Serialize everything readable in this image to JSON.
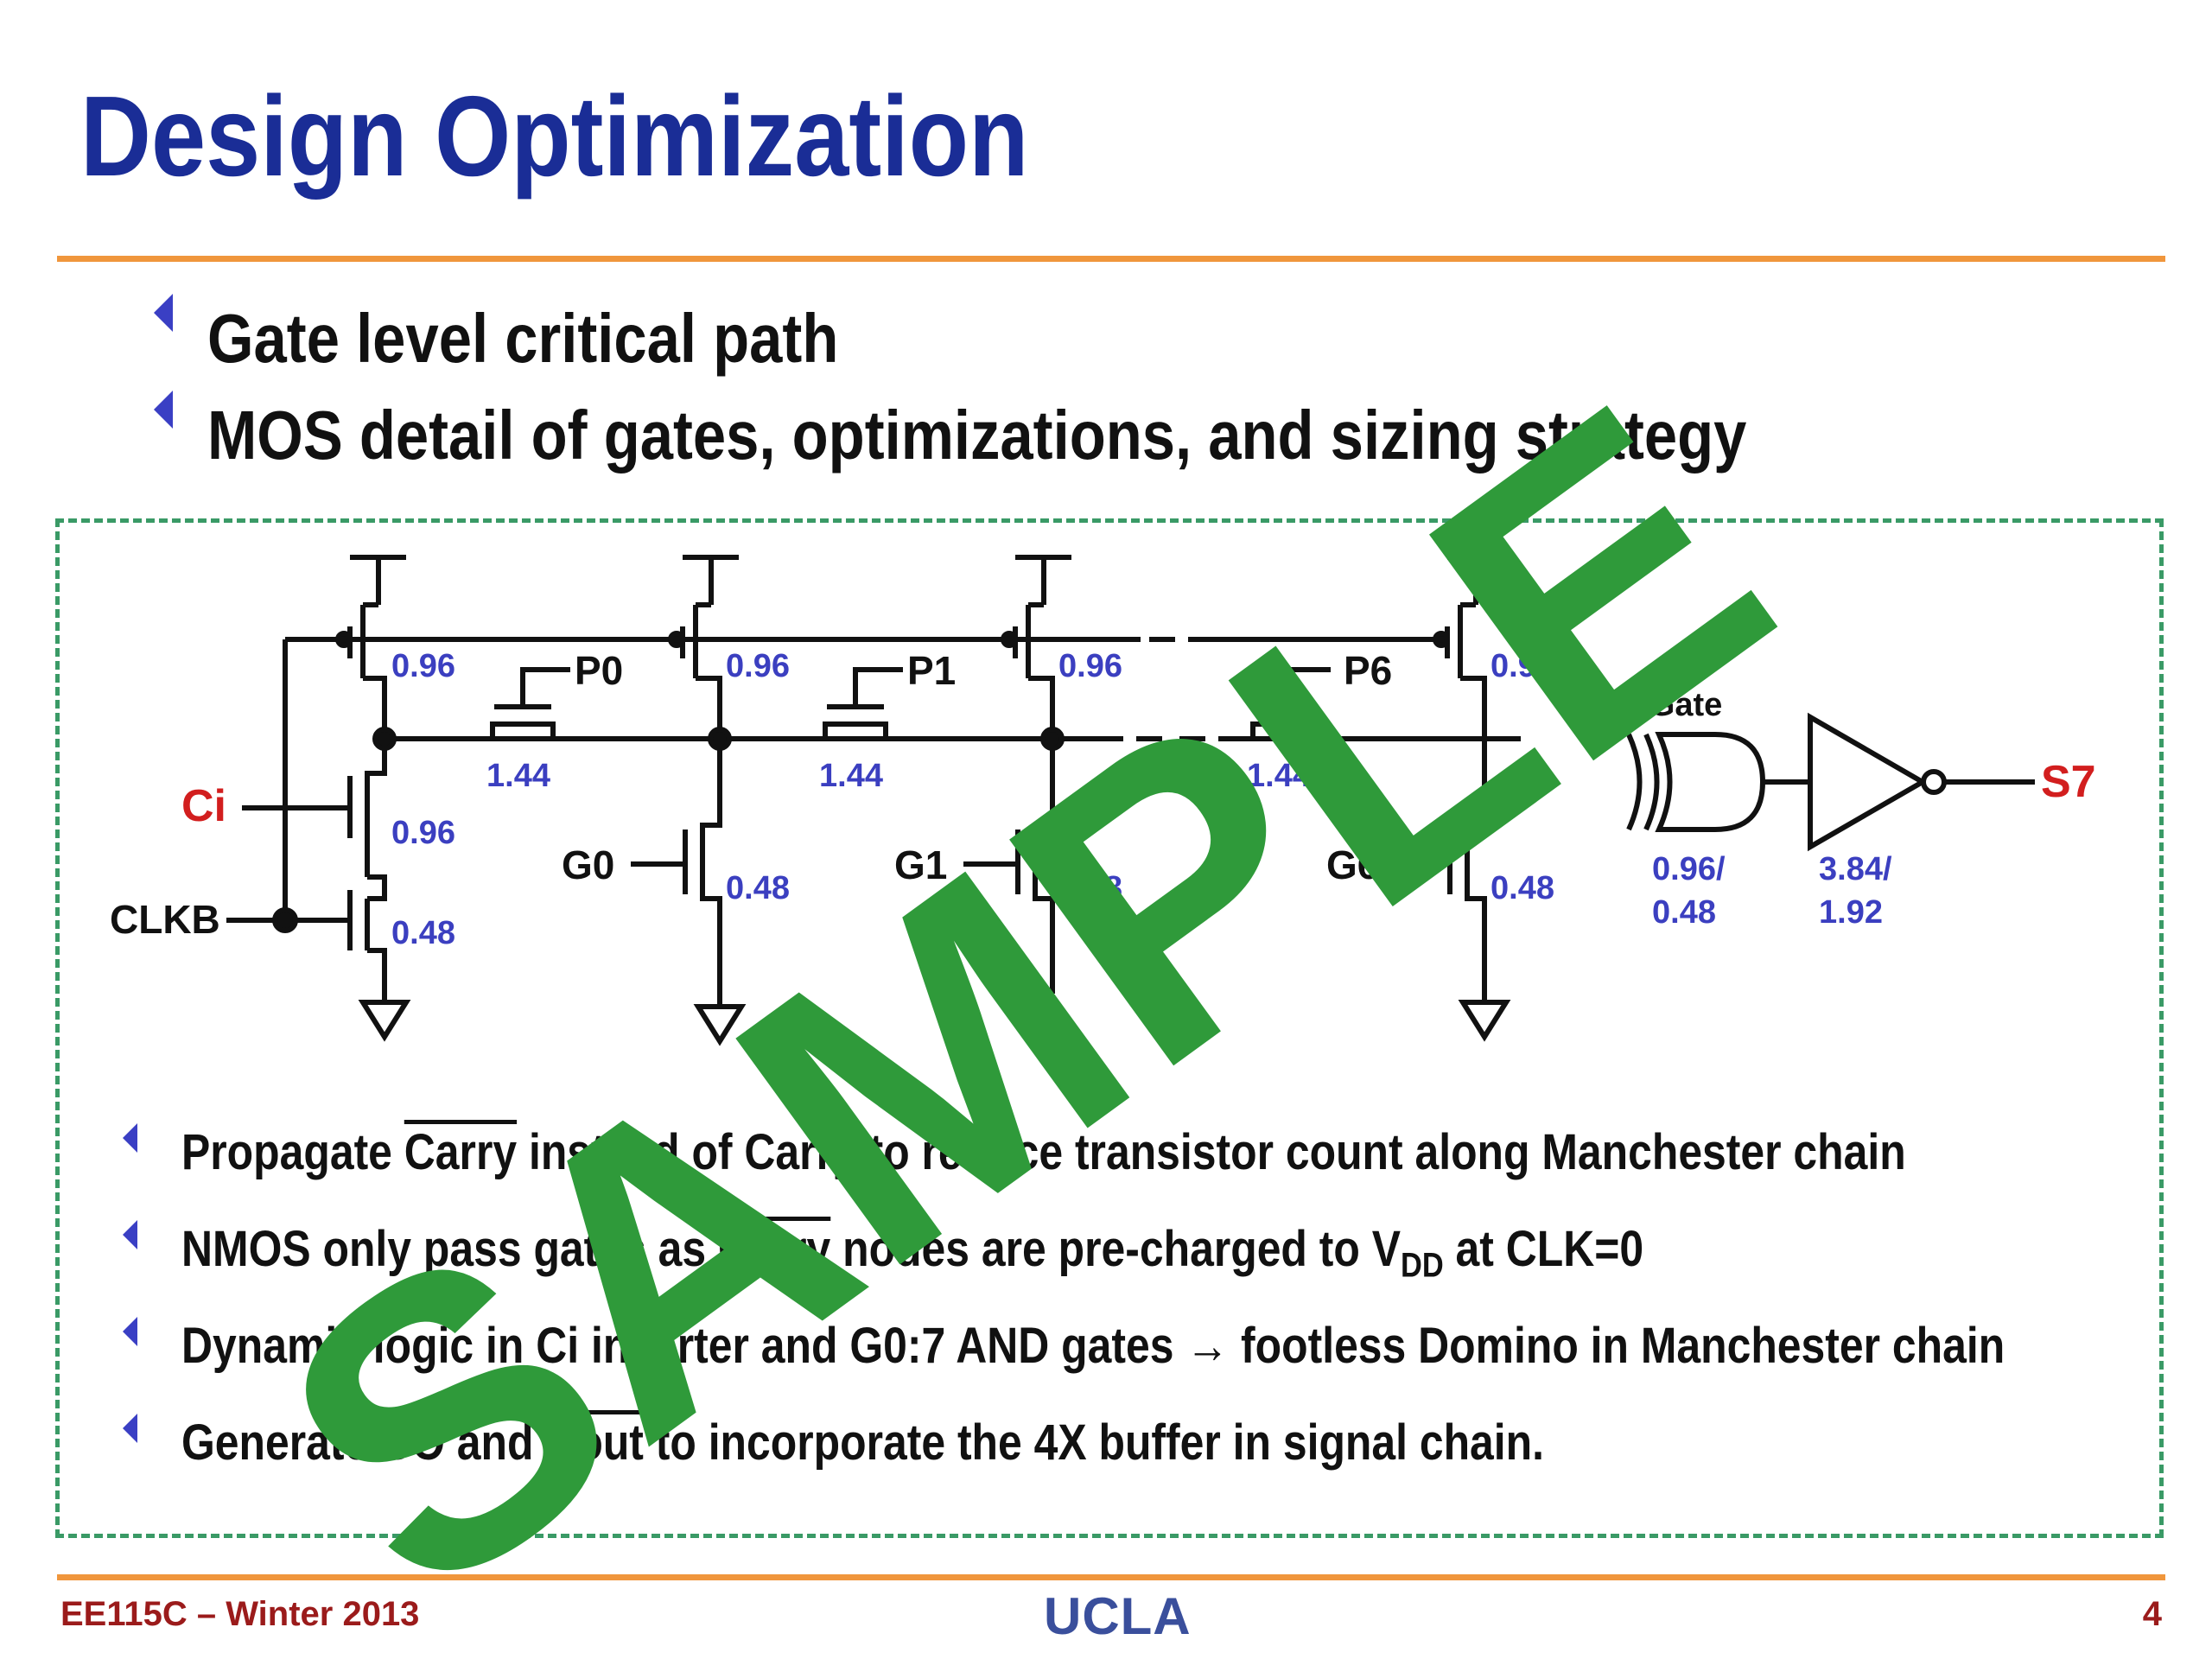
{
  "title": "Design Optimization",
  "top_bullets": [
    "Gate level critical path",
    "MOS detail of gates, optimizations, and sizing strategy"
  ],
  "circuit": {
    "signals": {
      "ci": "Ci",
      "clkb": "CLKB",
      "p0": "P0",
      "p1": "P1",
      "p6": "P6",
      "g0": "G0",
      "g1": "G1",
      "g6": "G6",
      "tgate": "T-Gate",
      "s7": "S7"
    },
    "sizes": {
      "pmos_pre_0": "0.96",
      "pmos_pre_1": "0.96",
      "pmos_pre_2": "0.96",
      "pmos_pre_3": "0.96",
      "pass_0": "1.44",
      "pass_1": "1.44",
      "pass_6": "1.44",
      "ci_nmos": "0.96",
      "clk_nmos": "0.48",
      "g0_nmos": "0.48",
      "g1_nmos": "0.48",
      "g6_nmos": "0.48",
      "xor_line1": "0.96/",
      "xor_line2": "0.48",
      "inv_line1": "3.84/",
      "inv_line2": "1.92"
    }
  },
  "bullets": [
    {
      "pre": "Propagate ",
      "over": "Carry",
      "post": " instead of Carry to reduce transistor count along Manchester chain"
    },
    {
      "pre": "NMOS only pass gates as ",
      "over": "Carry",
      "post": " nodes are pre-charged to V",
      "sub": "DD",
      "tail": " at CLK=0"
    },
    {
      "pre": "Dynamic logic in Ci inverter and G0:7 AND gates → footless Domino in Manchester chain"
    },
    {
      "pre": "Generate CO and ",
      "over": "Cout",
      "post": " to incorporate the 4X buffer in signal chain."
    }
  ],
  "watermark": "SAMPLE",
  "footer": {
    "course": "EE115C – Winter 2013",
    "logo": "UCLA",
    "page": "4"
  },
  "colors": {
    "title": "#1a2d96",
    "rule": "#f0963c",
    "size_label": "#3b3fc0",
    "signal_red": "#d21e1e",
    "watermark": "#2f9a3a",
    "box": "#3a9a66"
  }
}
